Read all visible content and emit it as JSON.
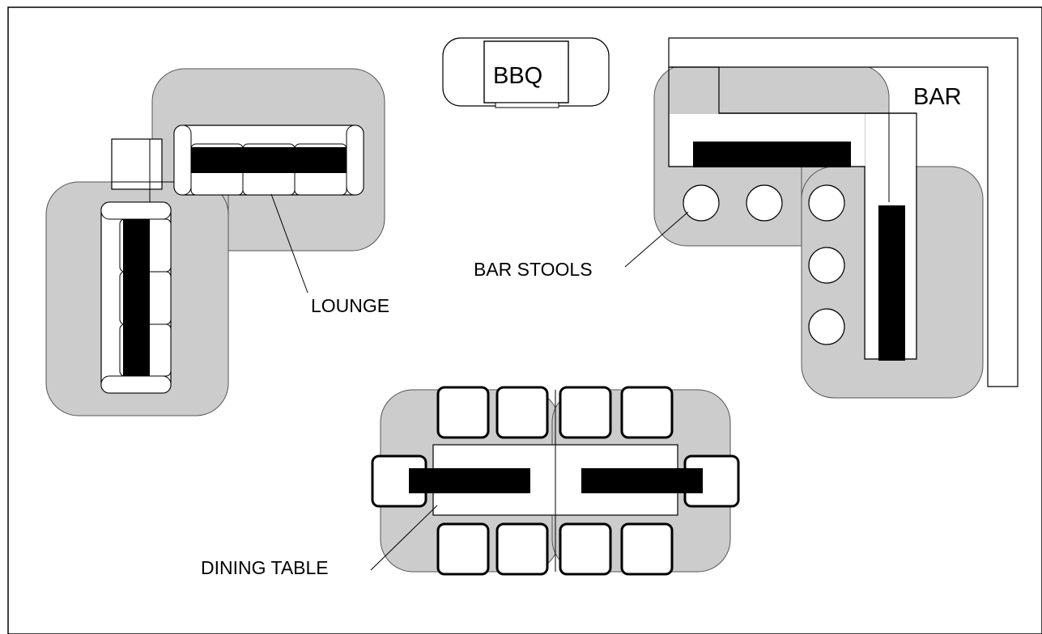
{
  "labels": {
    "bbq": "BBQ",
    "bar": "BAR",
    "bar_stools": "BAR STOOLS",
    "lounge": "LOUNGE",
    "dining_table": "DINING TABLE"
  },
  "colors": {
    "zone_fill": "#cccccc",
    "line": "#000000",
    "furniture_fill": "#ffffff",
    "block_fill": "#000000"
  }
}
